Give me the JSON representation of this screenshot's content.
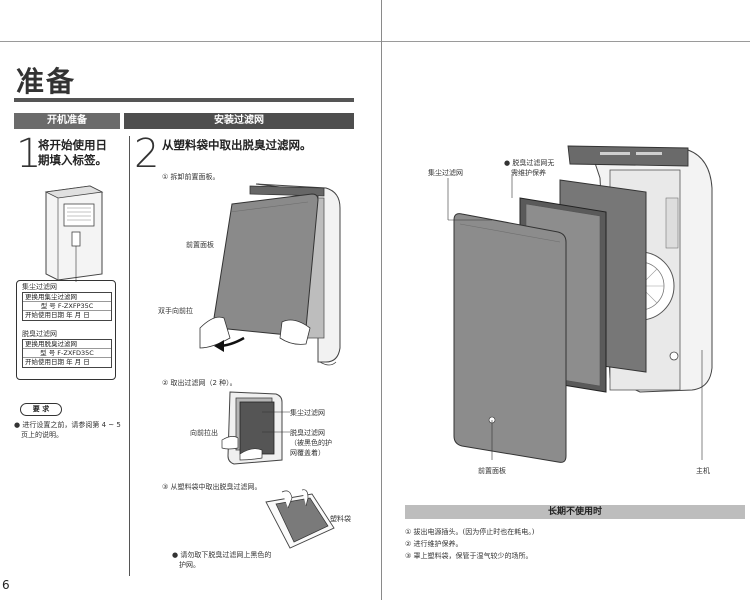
{
  "title": "准备",
  "section_bars": {
    "left": "开机准备",
    "right": "安装过滤网",
    "bottom": "长期不使用时"
  },
  "step1": {
    "number": "1",
    "heading_line1": "将开始使用日",
    "heading_line2": "期填入标签。"
  },
  "step2": {
    "number": "2",
    "heading": "从塑料袋中取出脱臭过滤网。"
  },
  "sticker_dust": {
    "label": "集尘过滤网",
    "row1": "更换用集尘过滤网",
    "row2": "型  号  F-ZXFP35C",
    "row3": "开始使用日期      年    月    日"
  },
  "sticker_deodor": {
    "label": "脱臭过滤网",
    "row1": "更换用脱臭过滤网",
    "row2": "型  号  F-ZXFD35C",
    "row3": "开始使用日期      年    月    日"
  },
  "requirement": {
    "badge": "要  求",
    "line1": "进行设置之前，请参阅第 4 ~ 5",
    "line2": "页上的说明。"
  },
  "substeps": {
    "s1": "① 拆卸前置面板。",
    "s2": "② 取出过滤网（2 种）。",
    "s3": "③ 从塑料袋中取出脱臭过滤网。"
  },
  "callouts": {
    "front_panel": "前置面板",
    "pull_hands": "双手向前拉",
    "dust_filter": "集尘过滤网",
    "pull_forward": "向前拉出",
    "deodor_filter": "脱臭过滤网",
    "deodor_note1": "（被黑色的护",
    "deodor_note2": "网覆盖着）",
    "plastic_bag": "塑料袋",
    "warning_line1": "请勿取下脱臭过滤网上黑色的",
    "warning_line2": "护网。"
  },
  "right_callouts": {
    "dust_filter": "集尘过滤网",
    "deodor_line1": "脱臭过滤网无",
    "deodor_line2": "需维护保养",
    "front_panel": "前置面板",
    "main_unit": "主机"
  },
  "storage_notes": [
    "① 拔出电源插头。(因为停止时也在耗电。)",
    "② 进行维护保养。",
    "③ 罩上塑料袋，保管于湿气较少的场所。"
  ],
  "page_number": "6"
}
